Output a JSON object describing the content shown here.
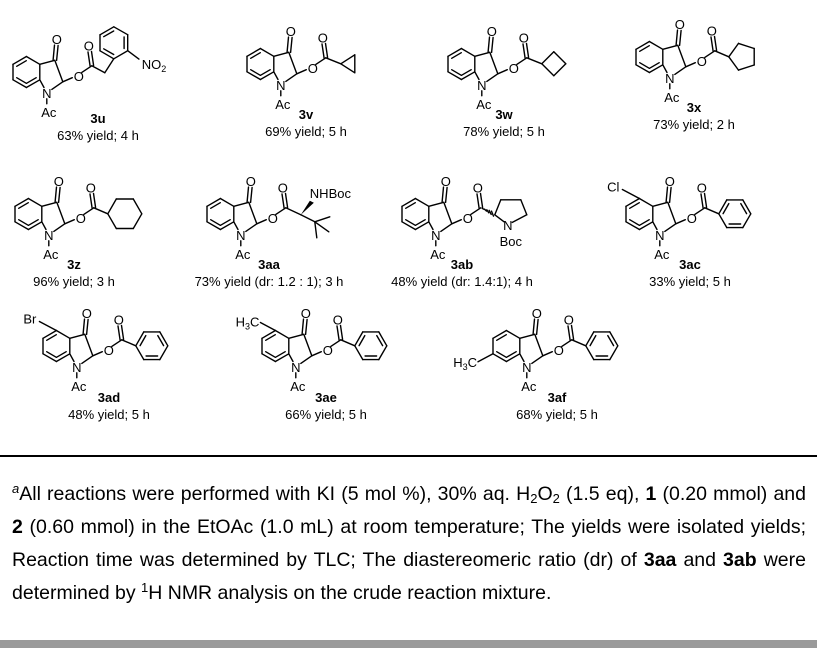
{
  "compounds": [
    {
      "id": "3u",
      "ref": "3u",
      "caption": "63% yield; 4 h",
      "substituent": "2-nitrophenylacetyl",
      "extra_label": "NO2"
    },
    {
      "id": "3v",
      "ref": "3v",
      "caption": "69% yield; 5 h",
      "substituent": "cyclopropyl"
    },
    {
      "id": "3w",
      "ref": "3w",
      "caption": "78% yield; 5 h",
      "substituent": "cyclobutyl"
    },
    {
      "id": "3x",
      "ref": "3x",
      "caption": "73% yield; 2 h",
      "substituent": "cyclopentyl"
    },
    {
      "id": "3z",
      "ref": "3z",
      "caption": "96% yield; 3 h",
      "substituent": "cyclohexyl"
    },
    {
      "id": "3aa",
      "ref": "3aa",
      "caption": "73% yield (dr: 1.2 : 1); 3 h",
      "substituent": "Boc-tert-leucine",
      "extra_label": "NHBoc"
    },
    {
      "id": "3ab",
      "ref": "3ab",
      "caption": "48% yield (dr: 1.4:1); 4 h",
      "substituent": "Boc-proline",
      "extra_label": "Boc",
      "ring_n": "N"
    },
    {
      "id": "3ac",
      "ref": "3ac",
      "caption": "33% yield; 5 h",
      "substituent": "phenyl",
      "ring_label": "Cl"
    },
    {
      "id": "3ad",
      "ref": "3ad",
      "caption": "48% yield; 5 h",
      "substituent": "phenyl",
      "ring_label": "Br"
    },
    {
      "id": "3ae",
      "ref": "3ae",
      "caption": "66% yield; 5 h",
      "substituent": "phenyl",
      "ring_label": "H3C"
    },
    {
      "id": "3af",
      "ref": "3af",
      "caption": "68% yield; 5 h",
      "substituent": "phenyl",
      "ring_label": "H3C"
    }
  ],
  "atom_labels": {
    "oxygen": "O",
    "nitrogen": "N",
    "acetyl": "Ac"
  },
  "footnote": {
    "marker": "a",
    "t1": "All reactions were performed with KI (5 mol %), 30% aq. H",
    "sub1": "2",
    "t2": "O",
    "sub2": "2",
    "t3": " (1.5 eq), ",
    "b1": "1",
    "t4": " (0.20 mmol) and ",
    "b2": "2",
    "t5": " (0.60 mmol) in the EtOAc (1.0 mL) at room temperature; The yields were isolated yields; Reaction time was determined by TLC; The diastereomeric ratio (dr) of ",
    "b3": "3aa",
    "t6": " and ",
    "b4": "3ab",
    "t7": " were determined by ",
    "sup1": "1",
    "t8": "H NMR analysis on the crude reaction mixture."
  }
}
